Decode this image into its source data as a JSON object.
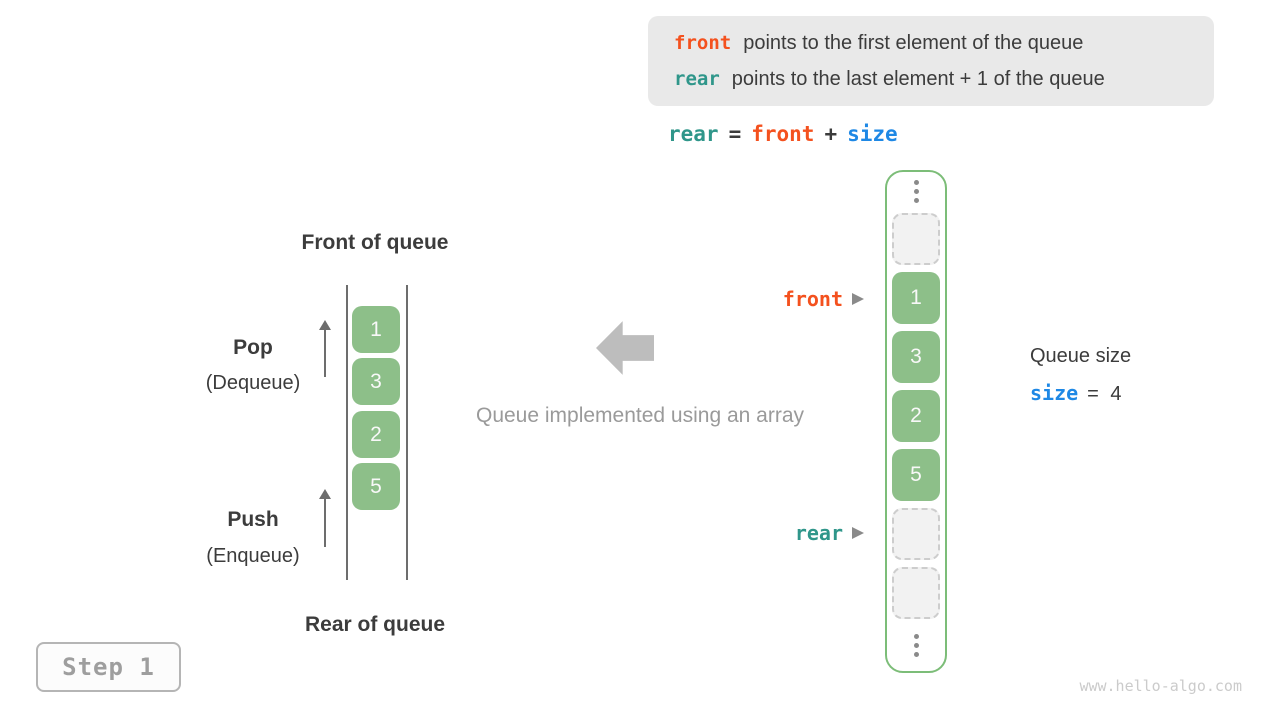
{
  "colors": {
    "orange": "#f4511e",
    "teal": "#2f968a",
    "blue": "#1e88e5",
    "green_cell": "#8dbf89",
    "green_border": "#7cbd78",
    "dark_text": "#3c3c3c",
    "gray_text": "#9a9a9a",
    "info_box_bg": "#e9e9e9"
  },
  "info_box": {
    "line1_keyword": "front",
    "line1_text": "points to the first element of the queue",
    "line2_keyword": "rear",
    "line2_text": "points to the last element + 1 of the queue"
  },
  "formula": {
    "rear": "rear",
    "eq": "=",
    "front": "front",
    "plus": "+",
    "size": "size"
  },
  "left_queue": {
    "front_label": "Front of queue",
    "rear_label": "Rear of queue",
    "pop_title": "Pop",
    "pop_subtitle": "(Dequeue)",
    "push_title": "Push",
    "push_subtitle": "(Enqueue)",
    "values": [
      "1",
      "3",
      "2",
      "5"
    ]
  },
  "middle": {
    "caption": "Queue implemented using an array"
  },
  "array_view": {
    "front_pointer": "front",
    "rear_pointer": "rear",
    "cells": [
      {
        "type": "empty",
        "label": ""
      },
      {
        "type": "value",
        "label": "1"
      },
      {
        "type": "value",
        "label": "3"
      },
      {
        "type": "value",
        "label": "2"
      },
      {
        "type": "value",
        "label": "5"
      },
      {
        "type": "empty",
        "label": ""
      },
      {
        "type": "empty",
        "label": ""
      }
    ]
  },
  "size_info": {
    "title": "Queue size",
    "keyword": "size",
    "value_text": "= 4"
  },
  "step_badge": "Step 1",
  "watermark": "www.hello-algo.com"
}
